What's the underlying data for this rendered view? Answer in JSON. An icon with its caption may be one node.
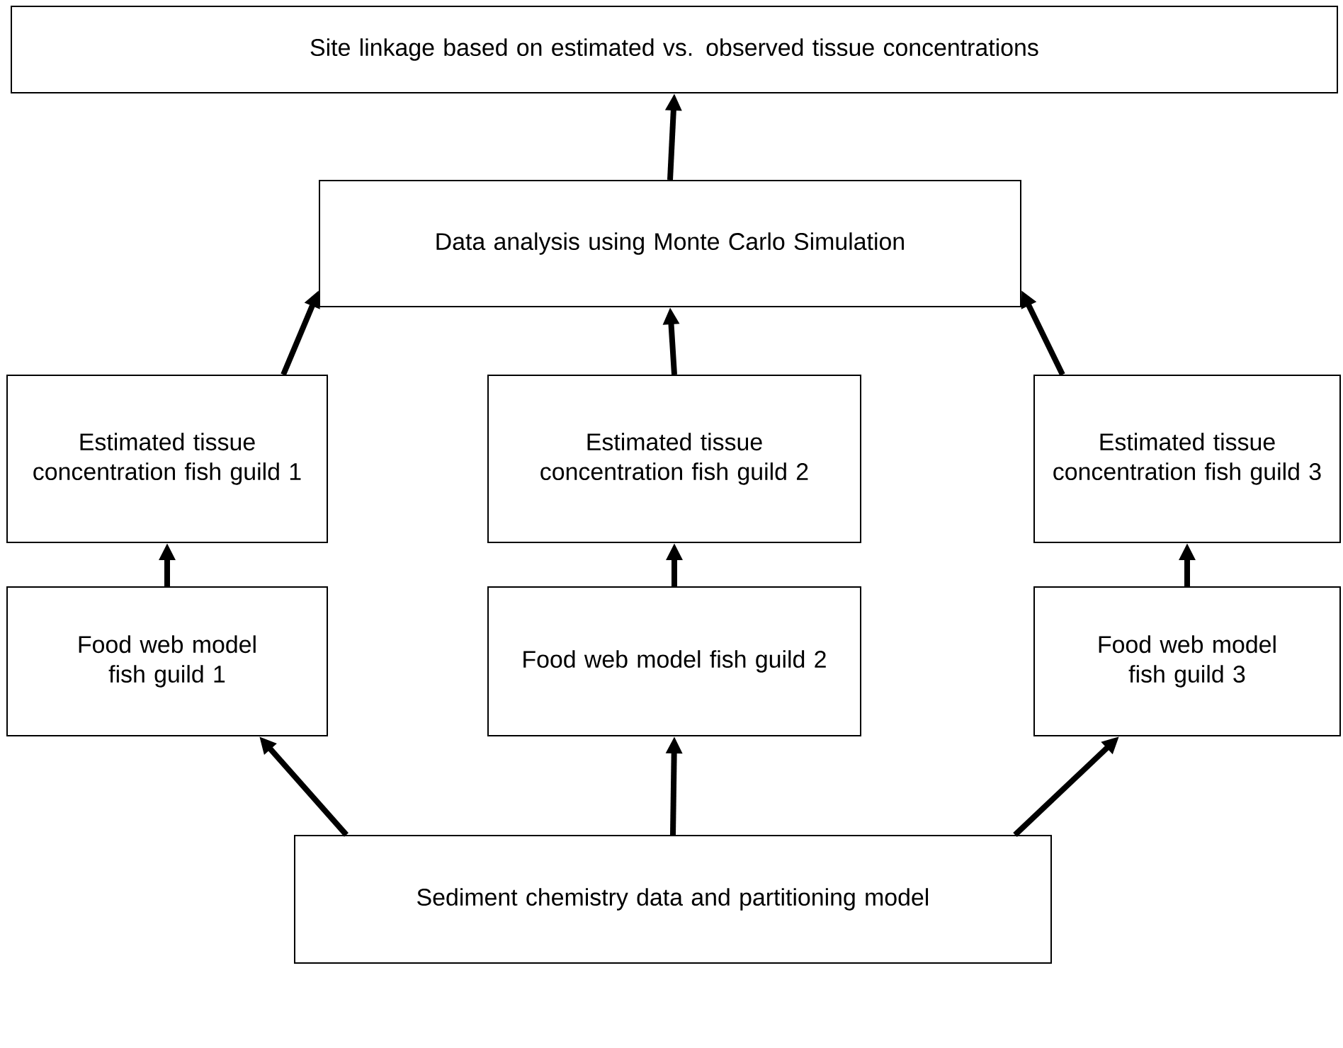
{
  "diagram": {
    "nodes": [
      {
        "text": [
          "Site linkage based on estimated vs. observed tissue concentrations"
        ]
      },
      {
        "text": [
          "Data analysis using Monte Carlo Simulation"
        ]
      },
      {
        "text": [
          "Estimated tissue concentration fish guild 1"
        ]
      },
      {
        "text": [
          "Estimated tissue concentration fish guild 2"
        ]
      },
      {
        "text": [
          "Estimated tissue concentration fish guild 3"
        ]
      },
      {
        "text": [
          "Food web model fish guild 1"
        ]
      },
      {
        "text": [
          "Food web model fish guild 2"
        ]
      },
      {
        "text": [
          "Food web model fish guild 3"
        ]
      },
      {
        "text": [
          "Sediment chemistry data and partitioning model"
        ]
      }
    ],
    "edges": [
      {
        "from": 1,
        "to": 0,
        "arrow": "to"
      },
      {
        "from": 2,
        "to": 1,
        "arrow": "to"
      },
      {
        "from": 3,
        "to": 1,
        "arrow": "to"
      },
      {
        "from": 4,
        "to": 1,
        "arrow": "to"
      },
      {
        "from": 5,
        "to": 2,
        "arrow": "to"
      },
      {
        "from": 6,
        "to": 3,
        "arrow": "to"
      },
      {
        "from": 7,
        "to": 4,
        "arrow": "to"
      },
      {
        "from": 8,
        "to": 5,
        "arrow": "to"
      },
      {
        "from": 8,
        "to": 6,
        "arrow": "to"
      },
      {
        "from": 8,
        "to": 7,
        "arrow": "to"
      }
    ]
  }
}
